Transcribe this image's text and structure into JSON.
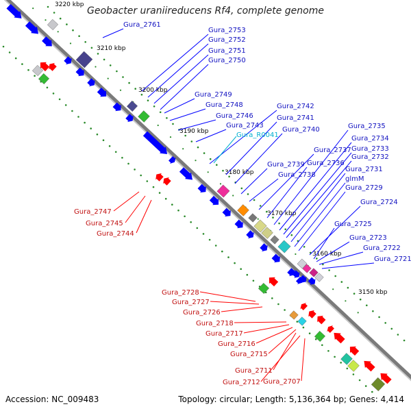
{
  "title": "Geobacter uraniireducens Rf4, complete genome",
  "footer": {
    "accession": "Accession: NC_009483",
    "summary": "Topology: circular; Length: 5,136,364 bp; Genes: 4,414"
  },
  "colors": {
    "forward_gene": "#0000ff",
    "reverse_gene": "#ff0000",
    "rna_gene": "#00b0d0",
    "backbone": "#808080",
    "tick_dots": "#2a8a2a"
  },
  "scale_labels": [
    "3220 kbp",
    "3210 kbp",
    "3200 kbp",
    "3190 kbp",
    "3180 kbp",
    "3170 kbp",
    "3160 kbp",
    "3150 kbp"
  ],
  "forward_genes": [
    "Gura_2761",
    "Gura_2753",
    "Gura_2752",
    "Gura_2751",
    "Gura_2750",
    "Gura_2749",
    "Gura_2748",
    "Gura_2746",
    "Gura_2743",
    "Gura_2742",
    "Gura_2741",
    "Gura_2740",
    "Gura_2739",
    "Gura_2738",
    "Gura_2737",
    "Gura_2736",
    "Gura_2735",
    "Gura_2734",
    "Gura_2733",
    "Gura_2732",
    "Gura_2731",
    "glmM",
    "Gura_2729",
    "Gura_2724",
    "Gura_2725",
    "Gura_2723",
    "Gura_2722",
    "Gura_2721"
  ],
  "rna_genes": [
    "Gura_R0041"
  ],
  "reverse_genes": [
    "Gura_2747",
    "Gura_2745",
    "Gura_2744",
    "Gura_2728",
    "Gura_2727",
    "Gura_2726",
    "Gura_2718",
    "Gura_2717",
    "Gura_2716",
    "Gura_2715",
    "Gura_2711",
    "Gura_2712",
    "Gura_2707"
  ]
}
